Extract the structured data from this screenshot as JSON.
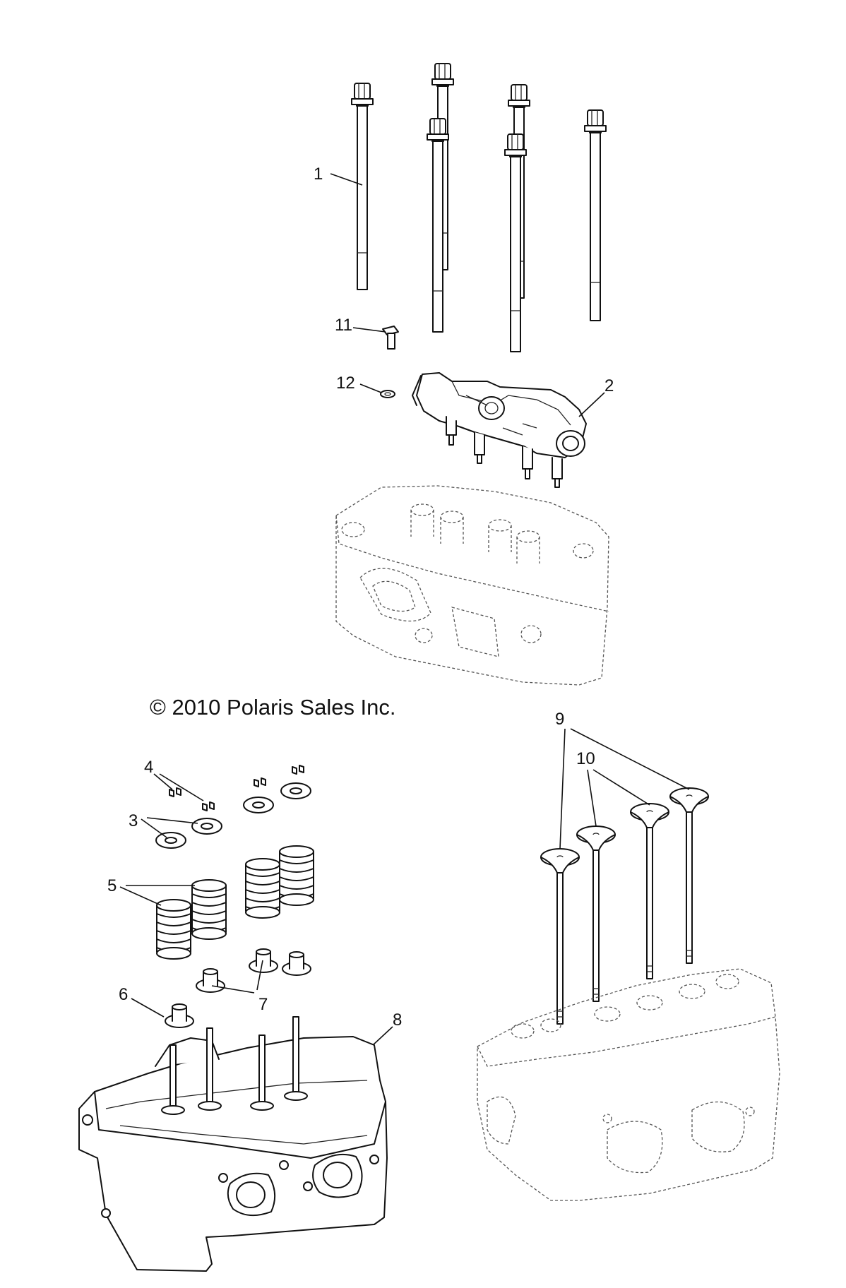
{
  "copyright": "© 2010 Polaris Sales Inc.",
  "callouts": [
    "1",
    "2",
    "3",
    "4",
    "5",
    "6",
    "7",
    "8",
    "9",
    "10",
    "11",
    "12"
  ],
  "parts": {
    "bolt": "head-bolt-icon",
    "rocker": "rocker-arm-assembly-icon",
    "head": "cylinder-head-icon",
    "spring": "valve-spring-icon",
    "retainer": "spring-retainer-icon",
    "keeper": "valve-keeper-icon",
    "seal": "valve-stem-seal-icon",
    "valve": "valve-icon"
  },
  "colors": {
    "line": "#111111",
    "ghost": "#555555",
    "background": "#ffffff"
  }
}
